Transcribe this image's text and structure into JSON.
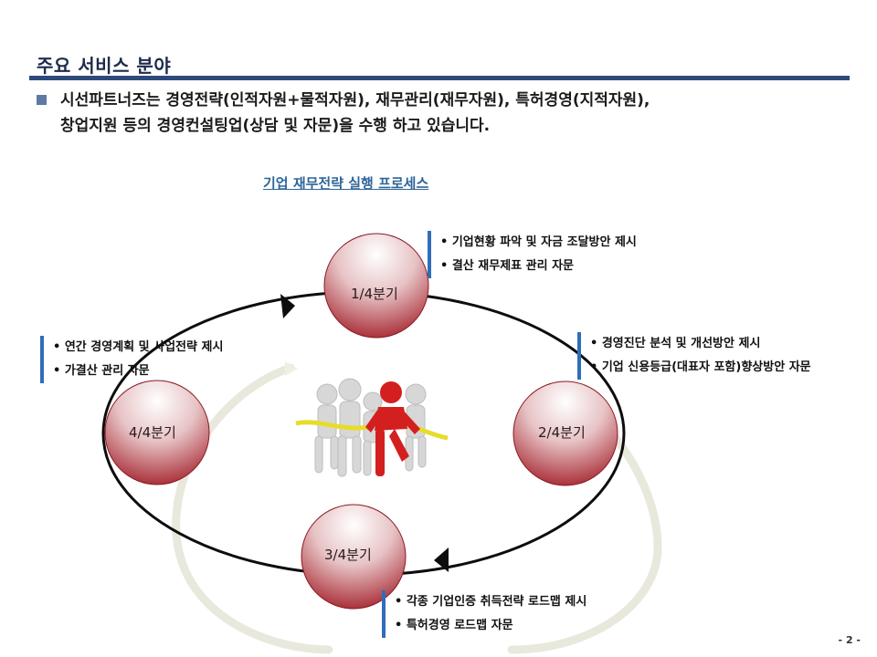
{
  "header": {
    "title": "주요 서비스 분야",
    "intro_line1": "시선파트너즈는 경영전략(인적자원+물적자원), 재무관리(재무자원), 특허경영(지적자원),",
    "intro_line2": "창업지원 등의 경영컨설팅업(상담 및 자문)을 수행 하고 있습니다."
  },
  "process": {
    "title": "기업 재무전략 실행 프로세스",
    "quarters": [
      {
        "label": "1/4분기",
        "notes": [
          "• 기업현황 파악 및 자금 조달방안 제시",
          "• 결산 재무제표 관리 자문"
        ]
      },
      {
        "label": "2/4분기",
        "notes": [
          "• 경영진단 분석 및 개선방안 제시",
          "• 기업 신용등급(대표자 포함)향상방안 자문"
        ]
      },
      {
        "label": "3/4분기",
        "notes": [
          "• 각종 기업인증 취득전략 로드맵 제시",
          "• 특허경영 로드맵 자문"
        ]
      },
      {
        "label": "4/4분기",
        "notes": [
          "• 연간 경영계획 및 사업전략 제시",
          "• 가결산 관리 자문"
        ]
      }
    ]
  },
  "colors": {
    "title_rule": "#2e4a7a",
    "note_bar": "#2f6dba",
    "circle_top": "#ffffff",
    "circle_bottom": "#a3202a",
    "process_title": "#2f6699"
  },
  "icons": {
    "bullet": "square-bullet-icon",
    "arrow": "triangle-arrow-icon",
    "illustration": "race-runners-illustration"
  },
  "footer": {
    "page": "- 2 -"
  }
}
